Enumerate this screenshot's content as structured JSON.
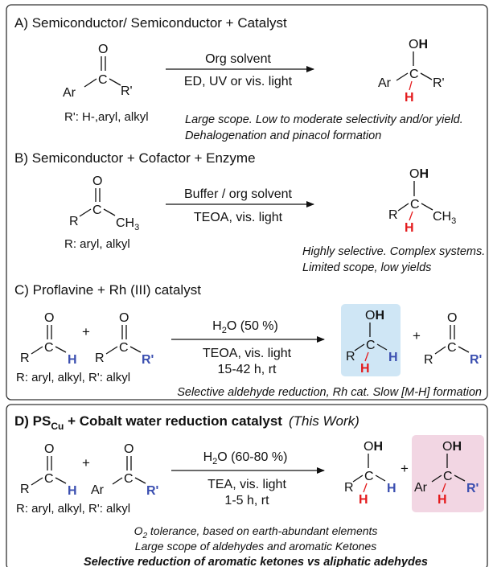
{
  "colors": {
    "highlight_blue": "#cfe6f5",
    "highlight_pink": "#f2d6e3",
    "hydrogen": "#e41a1c",
    "substituent": "#3b4fb0"
  },
  "atoms": {
    "O": "O",
    "OH": "OH",
    "H": "H",
    "C": "C",
    "Ar": "Ar",
    "R": "R",
    "R_prime": "R'",
    "CH3": "CH",
    "three": "3",
    "plus": "+"
  },
  "A": {
    "title": "A) Semiconductor/ Semiconductor + Catalyst",
    "above_arrow": "Org solvent",
    "below_arrow": "ED, UV or vis. light",
    "substrate_note": "R': H-,aryl, alkyl",
    "note1": "Large scope. Low to moderate selectivity and/or yield.",
    "note2": "Dehalogenation and pinacol formation"
  },
  "B": {
    "title": "B) Semiconductor + Cofactor + Enzyme",
    "above_arrow": "Buffer / org solvent",
    "below_arrow": "TEOA, vis. light",
    "substrate_note": "R: aryl, alkyl",
    "note1": "Highly selective. Complex systems.",
    "note2": "Limited scope, low yields"
  },
  "C": {
    "title": "C) Proflavine + Rh (III) catalyst",
    "above_arrow_pre": "H",
    "above_arrow_sub": "2",
    "above_arrow_post": "O (50 %)",
    "below_arrow": "TEOA, vis. light",
    "time": "15-42 h, rt",
    "substrate_note": "R: aryl, alkyl, R': alkyl",
    "note": "Selective aldehyde reduction, Rh cat. Slow [M-H] formation"
  },
  "D": {
    "title_pre": "D) PS",
    "title_sub": "Cu",
    "title_post": " + Cobalt water reduction catalyst",
    "title_italic": "(This Work)",
    "above_arrow_pre": "H",
    "above_arrow_sub": "2",
    "above_arrow_post": "O (60-80 %)",
    "below_arrow": "TEA, vis. light",
    "time": "1-5 h, rt",
    "substrate_note": "R: aryl, alkyl, R': alkyl",
    "note1_pre": "O",
    "note1_sub": "2",
    "note1_post": " tolerance, based on earth-abundant elements",
    "note2": "Large scope of aldehydes and aromatic Ketones",
    "note3": "Selective reduction of aromatic ketones vs aliphatic adehydes"
  }
}
